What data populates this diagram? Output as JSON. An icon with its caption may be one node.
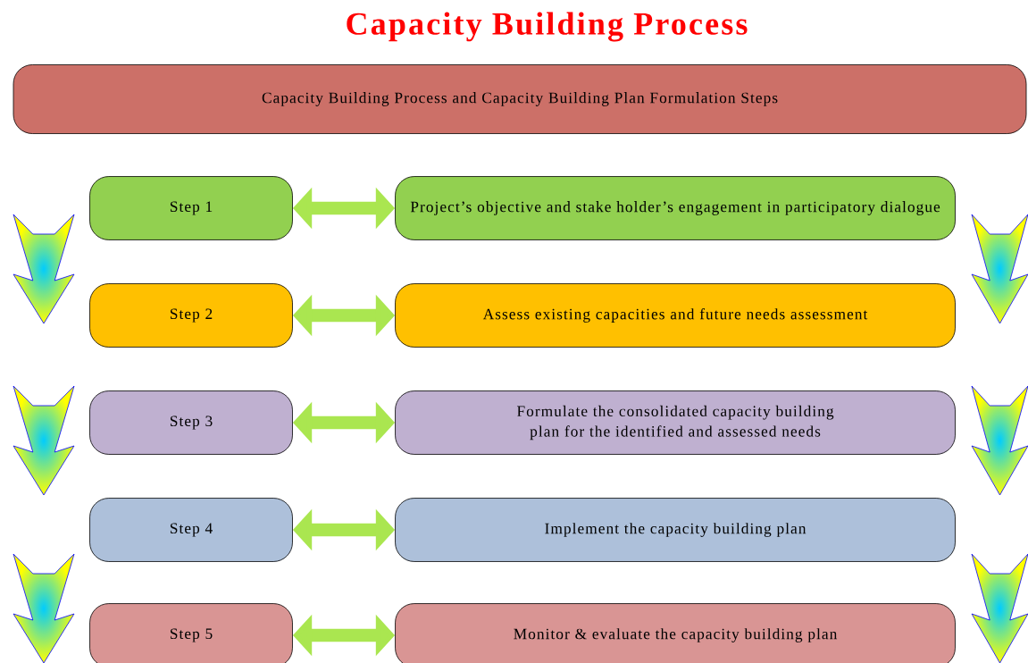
{
  "diagram": {
    "title": "Capacity Building Process",
    "nodes": [
      {
        "text": [
          "Capacity Building Process and Capacity Building Plan Formulation Steps"
        ]
      },
      {
        "text": [
          "Step 1"
        ]
      },
      {
        "text": [
          "Project’s objective and stake holder’s engagement in participatory dialogue"
        ]
      },
      {
        "text": [
          "Step 2"
        ]
      },
      {
        "text": [
          "Assess existing capacities and future needs assessment"
        ]
      },
      {
        "text": [
          "Step 3"
        ]
      },
      {
        "text": [
          "Formulate the consolidated capacity building plan for the identified and assessed needs"
        ]
      },
      {
        "text": [
          "Step 4"
        ]
      },
      {
        "text": [
          "Implement the capacity building plan"
        ]
      },
      {
        "text": [
          "Step 5"
        ]
      },
      {
        "text": [
          "Monitor & evaluate the capacity building plan"
        ]
      }
    ],
    "edges": [
      {
        "from": 1,
        "to": 2,
        "arrow": "both"
      },
      {
        "from": 3,
        "to": 4,
        "arrow": "both"
      },
      {
        "from": 5,
        "to": 6,
        "arrow": "both"
      },
      {
        "from": 7,
        "to": 8,
        "arrow": "both"
      },
      {
        "from": 9,
        "to": 10,
        "arrow": "both"
      }
    ]
  }
}
